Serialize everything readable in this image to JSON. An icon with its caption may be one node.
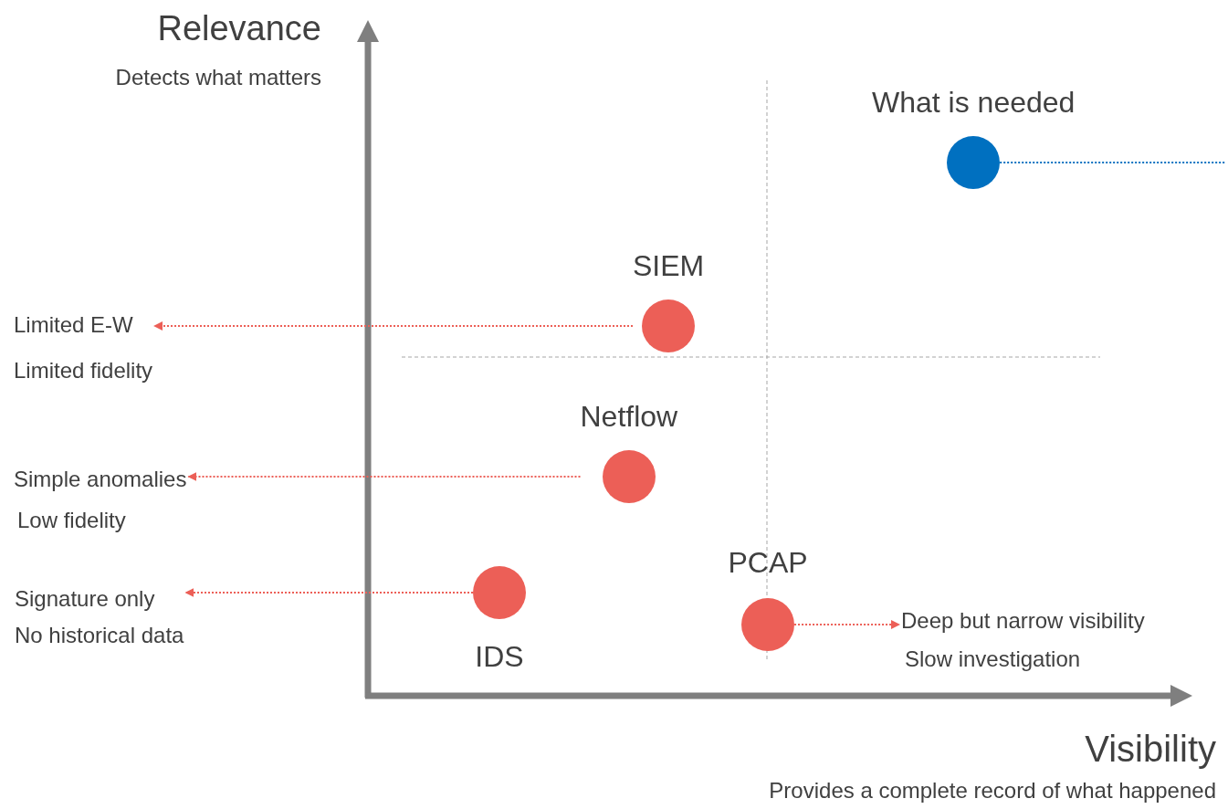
{
  "diagram": {
    "nodes": [
      {
        "text": [
          "What is needed"
        ]
      },
      {
        "text": [
          "SIEM"
        ]
      },
      {
        "text": [
          "Limited E-W",
          "Limited fidelity"
        ]
      },
      {
        "text": [
          "Netflow"
        ]
      },
      {
        "text": [
          "Simple anomalies",
          "Low fidelity"
        ]
      },
      {
        "text": [
          "IDS"
        ]
      },
      {
        "text": [
          "Signature only",
          "No historical data"
        ]
      },
      {
        "text": [
          "PCAP"
        ]
      },
      {
        "text": [
          "Deep but narrow visibility",
          "Slow investigation"
        ]
      }
    ],
    "edges": [
      {
        "from": 0,
        "to": null,
        "arrow": "none",
        "color": "#0070c0"
      },
      {
        "from": 1,
        "to": 2,
        "arrow": "to"
      },
      {
        "from": 3,
        "to": 4,
        "arrow": "to"
      },
      {
        "from": 5,
        "to": 6,
        "arrow": "to"
      },
      {
        "from": 7,
        "to": 8,
        "arrow": "to"
      }
    ],
    "labels": [
      "Relevance",
      "Detects what matters",
      "Visibility",
      "Provides a complete record of what happened"
    ]
  }
}
